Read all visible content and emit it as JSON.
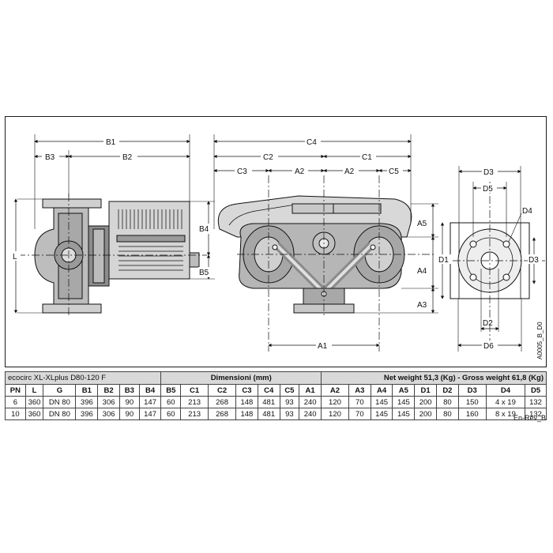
{
  "drawing_code": "A0005_B_D0",
  "dimension_labels": [
    "B1",
    "B2",
    "B3",
    "B4",
    "B5",
    "L",
    "C1",
    "C2",
    "C3",
    "C4",
    "C5",
    "A1",
    "A2",
    "A3",
    "A4",
    "A5",
    "D1",
    "D2",
    "D3",
    "D4",
    "D5",
    "D6"
  ],
  "table": {
    "model": "ecocirc XL-XLplus D80-120 F",
    "dimensions_title": "Dimensioni (mm)",
    "weight": "Net weight 51,3 (Kg) - Gross weight 61,8 (Kg)",
    "columns": [
      "PN",
      "L",
      "G",
      "B1",
      "B2",
      "B3",
      "B4",
      "B5",
      "C1",
      "C2",
      "C3",
      "C4",
      "C5",
      "A1",
      "A2",
      "A3",
      "A4",
      "A5",
      "D1",
      "D2",
      "D3",
      "D4",
      "D5"
    ],
    "rows": [
      [
        "6",
        "360",
        "DN 80",
        "396",
        "306",
        "90",
        "147",
        "60",
        "213",
        "268",
        "148",
        "481",
        "93",
        "240",
        "120",
        "70",
        "145",
        "145",
        "200",
        "80",
        "150",
        "4 x 19",
        "132"
      ],
      [
        "10",
        "360",
        "DN 80",
        "396",
        "306",
        "90",
        "147",
        "60",
        "213",
        "268",
        "148",
        "481",
        "93",
        "240",
        "120",
        "70",
        "145",
        "145",
        "200",
        "80",
        "160",
        "8 x 19",
        "132"
      ]
    ]
  },
  "revision": "En-Rev_B"
}
